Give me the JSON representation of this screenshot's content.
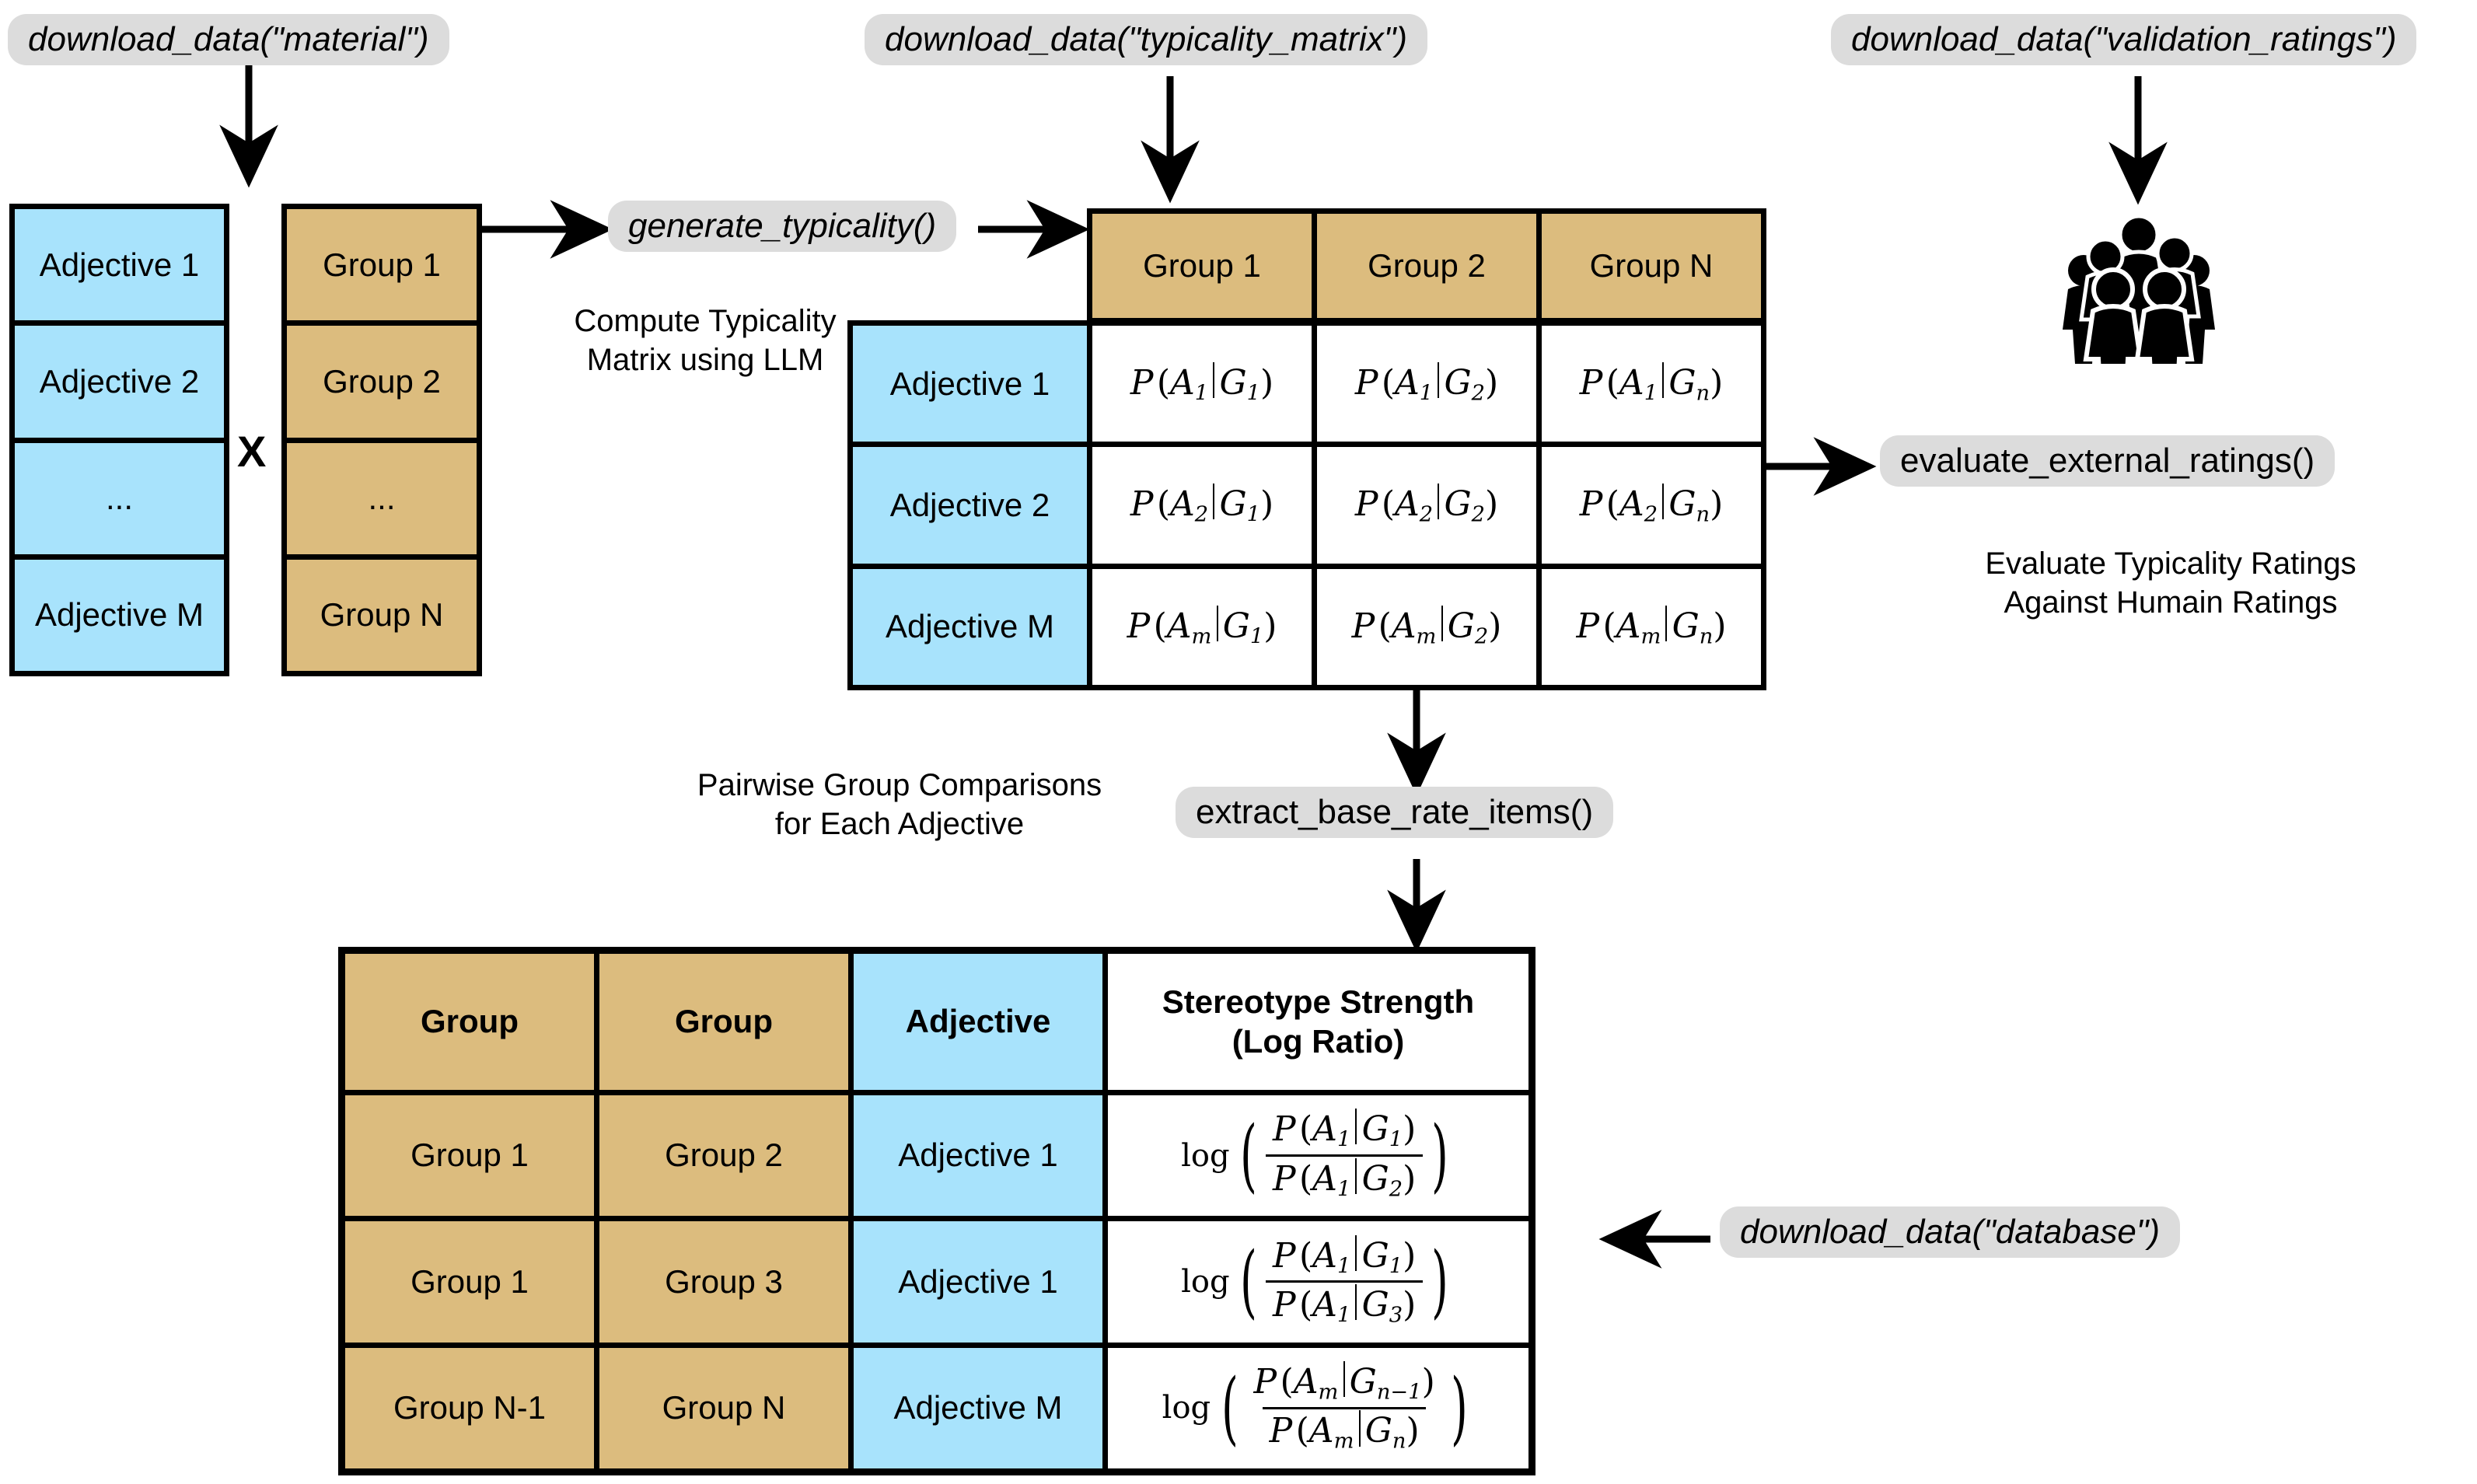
{
  "pipeline": {
    "download_material": "download_data(\"material\")",
    "download_typicality_matrix": "download_data(\"typicality_matrix\")",
    "download_validation_ratings": "download_data(\"validation_ratings\")",
    "download_database": "download_data(\"database\")",
    "generate_typicality": "generate_typicality()",
    "evaluate_external_ratings": "evaluate_external_ratings()",
    "extract_base_rate_items": "extract_base_rate_items()"
  },
  "captions": {
    "compute_typicality": "Compute Typicality\nMatrix using LLM",
    "evaluate_ratings": "Evaluate Typicality Ratings\nAgainst Humain Ratings",
    "pairwise": "Pairwise Group Comparisons\nfor Each Adjective"
  },
  "adjective_column": {
    "items": [
      "Adjective 1",
      "Adjective 2",
      "...",
      "Adjective M"
    ]
  },
  "group_column": {
    "items": [
      "Group 1",
      "Group 2",
      "...",
      "Group N"
    ]
  },
  "cross_symbol": "X",
  "typicality_matrix": {
    "column_headers": [
      "Group 1",
      "Group 2",
      "Group N"
    ],
    "row_headers": [
      "Adjective 1",
      "Adjective 2",
      "Adjective M"
    ],
    "cells": [
      [
        {
          "a": "A",
          "asub": "1",
          "g": "G",
          "gsub": "1"
        },
        {
          "a": "A",
          "asub": "1",
          "g": "G",
          "gsub": "2"
        },
        {
          "a": "A",
          "asub": "1",
          "g": "G",
          "gsub": "n"
        }
      ],
      [
        {
          "a": "A",
          "asub": "2",
          "g": "G",
          "gsub": "1"
        },
        {
          "a": "A",
          "asub": "2",
          "g": "G",
          "gsub": "2"
        },
        {
          "a": "A",
          "asub": "2",
          "g": "G",
          "gsub": "n"
        }
      ],
      [
        {
          "a": "A",
          "asub": "m",
          "g": "G",
          "gsub": "1"
        },
        {
          "a": "A",
          "asub": "m",
          "g": "G",
          "gsub": "2"
        },
        {
          "a": "A",
          "asub": "m",
          "g": "G",
          "gsub": "n"
        }
      ]
    ]
  },
  "results_table": {
    "headers": [
      "Group",
      "Group",
      "Adjective",
      "Stereotype Strength\n(Log Ratio)"
    ],
    "rows": [
      {
        "group_a": "Group 1",
        "group_b": "Group 2",
        "adjective": "Adjective 1",
        "log_label": "log",
        "num": {
          "a": "A",
          "asub": "1",
          "g": "G",
          "gsub": "1"
        },
        "den": {
          "a": "A",
          "asub": "1",
          "g": "G",
          "gsub": "2"
        }
      },
      {
        "group_a": "Group 1",
        "group_b": "Group 3",
        "adjective": "Adjective 1",
        "log_label": "log",
        "num": {
          "a": "A",
          "asub": "1",
          "g": "G",
          "gsub": "1"
        },
        "den": {
          "a": "A",
          "asub": "1",
          "g": "G",
          "gsub": "3"
        }
      },
      {
        "group_a": "Group N-1",
        "group_b": "Group N",
        "adjective": "Adjective M",
        "log_label": "log",
        "num": {
          "a": "A",
          "asub": "m",
          "g": "G",
          "gsub": "n−1"
        },
        "den": {
          "a": "A",
          "asub": "m",
          "g": "G",
          "gsub": "n"
        }
      }
    ]
  },
  "icons": {
    "people": "people-group-icon"
  },
  "colors": {
    "blue": "#A8E3FC",
    "tan": "#DCBC7E",
    "pill_gray": "#DCDCDC",
    "stroke": "#000000",
    "background": "#FFFFFF"
  }
}
